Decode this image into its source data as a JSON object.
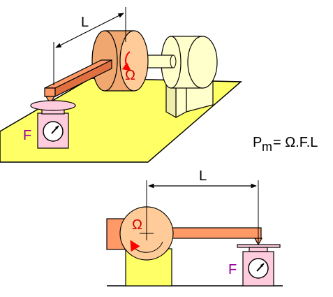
{
  "labels": {
    "top_length": "L",
    "top_omega": "Ω",
    "top_force": "F",
    "formula_p": "P",
    "formula_sub": "m",
    "formula_rest": " = Ω.F.L",
    "bottom_length": "L",
    "bottom_omega": "Ω",
    "bottom_force": "F"
  },
  "colors": {
    "platform": "#ffff66",
    "drum_light": "#ffcc99",
    "drum_side": "#f0a870",
    "arm": "#ff9966",
    "motor": "#ffffcc",
    "scale_body": "#ffccdd",
    "scale_pan": "#ffccdd",
    "rotation_arrow": "#ff0000",
    "label_red": "#cc0000",
    "label_purple": "#990099",
    "line": "#000000"
  },
  "icons": {
    "dial": "gauge-dial-icon",
    "rotation": "curved-arrow-icon"
  }
}
